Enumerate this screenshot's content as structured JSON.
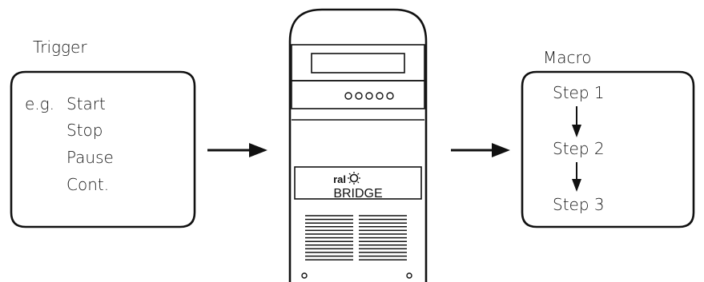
{
  "trigger": {
    "title": "Trigger",
    "prefix": "e.g.",
    "items": [
      "Start",
      "Stop",
      "Pause",
      "Cont."
    ]
  },
  "device": {
    "brand": "ral",
    "name": "BRIDGE",
    "button_count": 5
  },
  "macro": {
    "title": "Macro",
    "steps": [
      "Step 1",
      "Step 2",
      "Step 3"
    ]
  },
  "colors": {
    "ink": "#111111",
    "background": "#ffffff"
  }
}
